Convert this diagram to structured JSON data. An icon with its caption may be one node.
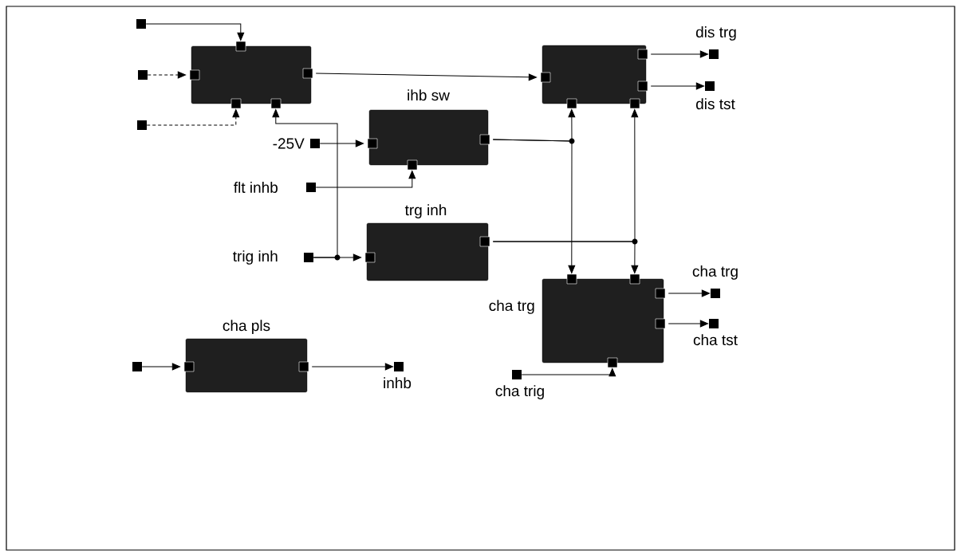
{
  "diagram": {
    "nodes": [
      {
        "text": [],
        "shape": "box"
      },
      {
        "text": [],
        "shape": "box"
      },
      {
        "text": [
          "ihb sw"
        ]
      },
      {
        "text": [
          "trg inh"
        ]
      },
      {
        "text": [
          "cha trg"
        ]
      },
      {
        "text": [
          "cha pls"
        ]
      },
      {
        "text": [],
        "shape": "box"
      },
      {
        "text": [],
        "shape": "box"
      },
      {
        "text": [],
        "shape": "box"
      },
      {
        "text": [],
        "shape": "box",
        "beside": [
          "-25V"
        ]
      },
      {
        "text": [],
        "shape": "box",
        "beside": [
          "flt inhb"
        ]
      },
      {
        "text": [],
        "shape": "box",
        "beside": [
          "trig inh"
        ]
      },
      {
        "text": [],
        "shape": "box",
        "beside": [
          "dis trg"
        ]
      },
      {
        "text": [],
        "shape": "box",
        "beside": [
          "dis tst"
        ]
      },
      {
        "text": [],
        "shape": "box",
        "beside": [
          "cha trg"
        ]
      },
      {
        "text": [],
        "shape": "box",
        "beside": [
          "cha tst"
        ]
      },
      {
        "text": [],
        "shape": "box",
        "beside": [
          "cha trig"
        ]
      },
      {
        "text": [],
        "shape": "box"
      },
      {
        "text": [],
        "shape": "box",
        "beside": [
          "inhb"
        ]
      }
    ],
    "edges": [
      {
        "from": 6,
        "to": 0,
        "arrow": "to"
      },
      {
        "from": 7,
        "to": 0,
        "arrow": "to",
        "style": "dashed"
      },
      {
        "from": 8,
        "to": 0,
        "arrow": "to",
        "style": "dashed"
      },
      {
        "from": 11,
        "to": 0,
        "arrow": "to"
      },
      {
        "from": 11,
        "to": 3,
        "arrow": "to"
      },
      {
        "from": 9,
        "to": 2,
        "arrow": "to"
      },
      {
        "from": 10,
        "to": 2,
        "arrow": "to"
      },
      {
        "from": 0,
        "to": 1,
        "arrow": "to"
      },
      {
        "from": 2,
        "to": 1,
        "arrow": "to"
      },
      {
        "from": 2,
        "to": 4,
        "arrow": "to"
      },
      {
        "from": 3,
        "to": 1,
        "arrow": "to"
      },
      {
        "from": 3,
        "to": 4,
        "arrow": "to"
      },
      {
        "from": 1,
        "to": 12,
        "arrow": "to"
      },
      {
        "from": 1,
        "to": 13,
        "arrow": "to"
      },
      {
        "from": 4,
        "to": 14,
        "arrow": "to"
      },
      {
        "from": 4,
        "to": 15,
        "arrow": "to"
      },
      {
        "from": 16,
        "to": 4,
        "arrow": "to"
      },
      {
        "from": 17,
        "to": 5,
        "arrow": "to"
      },
      {
        "from": 5,
        "to": 18,
        "arrow": "to"
      }
    ]
  }
}
